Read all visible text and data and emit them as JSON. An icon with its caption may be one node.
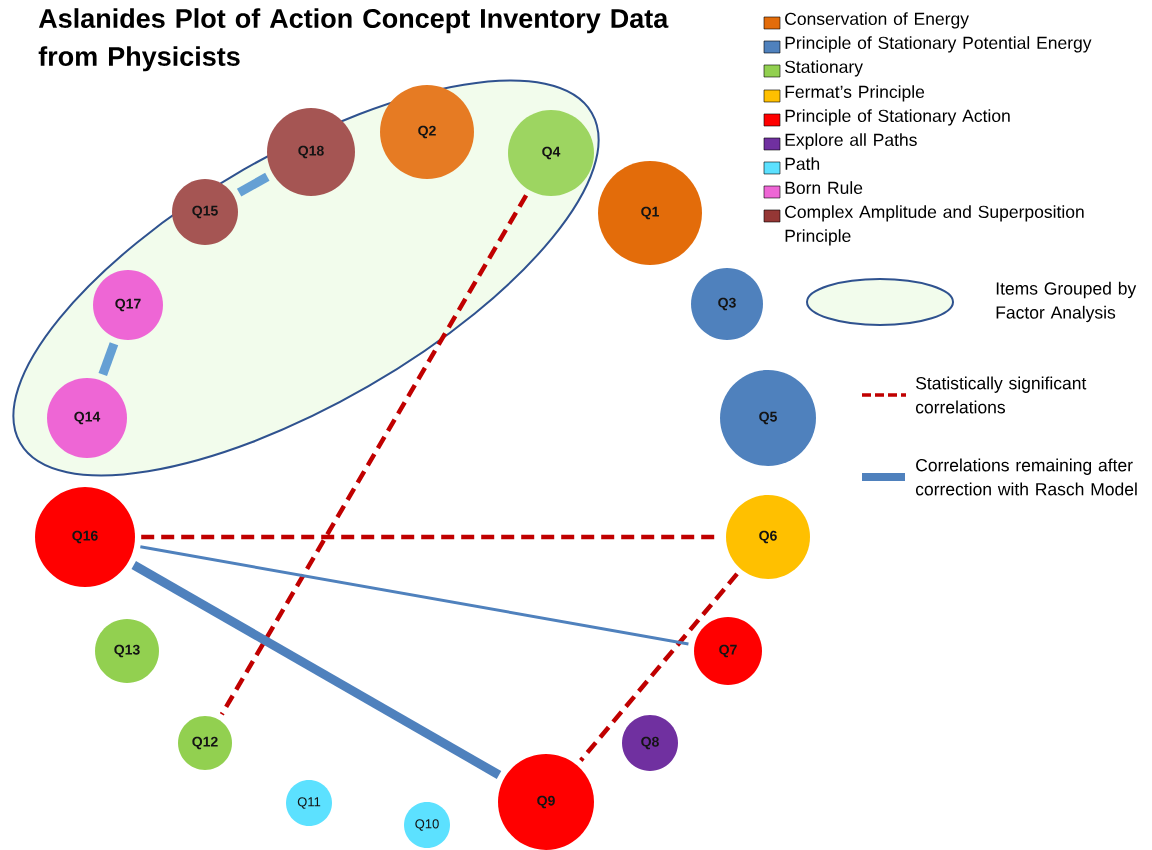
{
  "diagram": {
    "title": "Aslanides Plot of Action Concept Inventory Data from Physicists",
    "nodes": [
      {
        "text": [],
        "shape": "ellipse"
      },
      {
        "text": [
          "Q1"
        ]
      },
      {
        "text": [
          "Q2"
        ],
        "in": 0
      },
      {
        "text": [
          "Q3"
        ]
      },
      {
        "text": [
          "Q4"
        ],
        "in": 0
      },
      {
        "text": [
          "Q5"
        ]
      },
      {
        "text": [
          "Q6"
        ]
      },
      {
        "text": [
          "Q7"
        ]
      },
      {
        "text": [
          "Q8"
        ]
      },
      {
        "text": [
          "Q9"
        ]
      },
      {
        "text": [
          "Q10"
        ]
      },
      {
        "text": [
          "Q11"
        ]
      },
      {
        "text": [
          "Q12"
        ]
      },
      {
        "text": [
          "Q13"
        ]
      },
      {
        "text": [
          "Q14"
        ],
        "in": 0
      },
      {
        "text": [
          "Q15"
        ],
        "in": 0
      },
      {
        "text": [
          "Q16"
        ]
      },
      {
        "text": [
          "Q17"
        ],
        "in": 0
      },
      {
        "text": [
          "Q18"
        ],
        "in": 0
      }
    ],
    "edges": [
      {
        "from": 4,
        "to": 12,
        "arrow": "none",
        "style": "dashed",
        "color": "#c00000"
      },
      {
        "from": 16,
        "to": 6,
        "arrow": "none",
        "style": "dashed",
        "color": "#c00000"
      },
      {
        "from": 6,
        "to": 9,
        "arrow": "none",
        "style": "dashed",
        "color": "#c00000"
      },
      {
        "from": 16,
        "to": 7,
        "arrow": "none",
        "color": "#4f81bd"
      },
      {
        "from": 16,
        "to": 9,
        "arrow": "none",
        "style": "thick",
        "color": "#4f81bd"
      },
      {
        "from": 15,
        "to": 18,
        "arrow": "none",
        "style": "thick",
        "color": "#65a0d4"
      },
      {
        "from": 17,
        "to": 14,
        "arrow": "none",
        "style": "thick",
        "color": "#65a0d4"
      }
    ],
    "legend": [
      {
        "text": "Conservation of Energy",
        "color": "#e36c0a"
      },
      {
        "text": "Principle of Stationary Potential Energy",
        "color": "#4f81bd"
      },
      {
        "text": "Stationary",
        "color": "#92d050"
      },
      {
        "text": "Fermat’s Principle",
        "color": "#ffc000"
      },
      {
        "text": "Principle of Stationary Action",
        "color": "#ff0000"
      },
      {
        "text": "Explore all Paths",
        "color": "#7030a0"
      },
      {
        "text": "Path",
        "color": "#5ce1ff"
      },
      {
        "text": "Born Rule",
        "color": "#ee66d5"
      },
      {
        "text": "Complex Amplitude and Superposition Principle",
        "color": "#953735"
      },
      {
        "text": "Items Grouped by Factor Analysis"
      },
      {
        "text": "Statistically significant correlations"
      },
      {
        "text": "Correlations remaining after correction with Rasch Model"
      }
    ]
  }
}
